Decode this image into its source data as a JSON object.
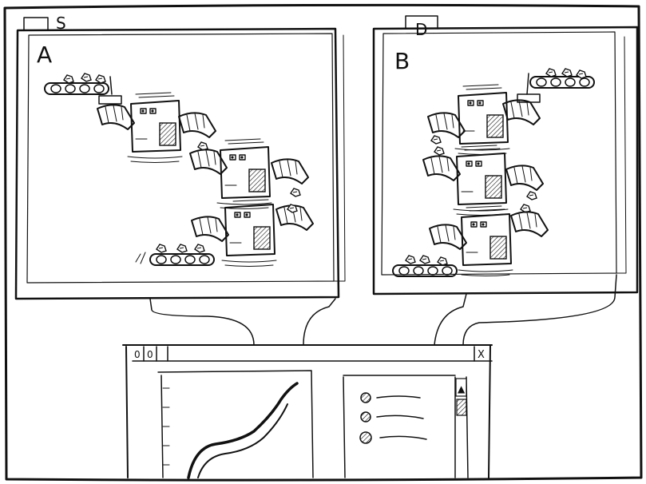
{
  "panels": {
    "left": {
      "tab_label": "S",
      "panel_label": "A"
    },
    "right": {
      "tab_label": "D",
      "panel_label": "B"
    }
  },
  "bottom_window": {
    "tab_labels": [
      "0",
      "0"
    ],
    "close_label": "X",
    "legend_items": [
      {
        "icon": "hatched-circle-icon"
      },
      {
        "icon": "hatched-circle-icon"
      },
      {
        "icon": "hatched-circle-icon"
      }
    ],
    "scroll_up_label": "▲"
  },
  "colors": {
    "ink": "#111111",
    "paper": "#ffffff"
  }
}
